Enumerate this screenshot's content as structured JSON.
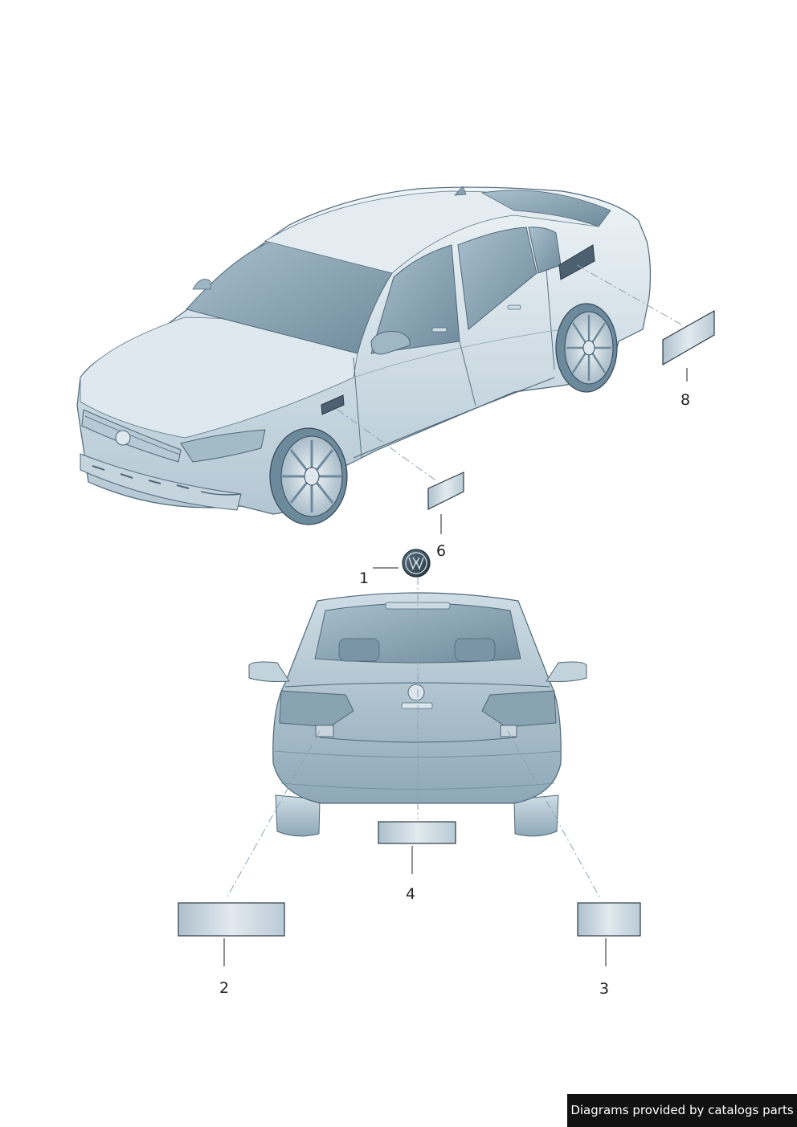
{
  "callouts": {
    "c1": "1",
    "c2": "2",
    "c3": "3",
    "c4": "4",
    "c6": "6",
    "c8": "8"
  },
  "credit": "Diagrams provided by catalogs parts",
  "badge_icon": "vw-logo-icon",
  "colors": {
    "body_light": "#e9f0f4",
    "body_mid": "#b7ccd8",
    "body_dark": "#6d8a9c",
    "glass": "#8fa9b8",
    "outline": "#4f6878",
    "label_fill": "#cdd9e0"
  }
}
